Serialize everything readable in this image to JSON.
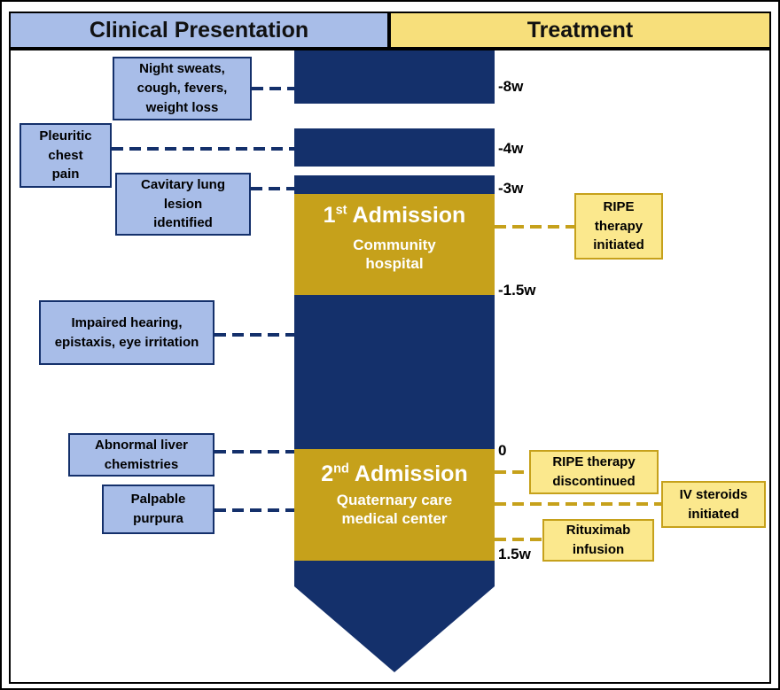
{
  "header": {
    "clinical_title": "Clinical Presentation",
    "treatment_title": "Treatment"
  },
  "timeline": {
    "time_labels": [
      "-8w",
      "-4w",
      "-3w",
      "-1.5w",
      "0",
      "1.5w"
    ],
    "admissions": [
      {
        "number": "1",
        "ordinal_suffix": "st",
        "title_word": "Admission",
        "subtitle": "Community hospital"
      },
      {
        "number": "2",
        "ordinal_suffix": "nd",
        "title_word": "Admission",
        "subtitle": "Quaternary care medical center"
      }
    ]
  },
  "clinical_events": [
    {
      "label": "Night sweats, cough, fevers, weight loss"
    },
    {
      "label": "Pleuritic chest pain"
    },
    {
      "label": "Cavitary lung lesion identified"
    },
    {
      "label": "Impaired hearing, epistaxis, eye irritation"
    },
    {
      "label": "Abnormal liver chemistries"
    },
    {
      "label": "Palpable purpura"
    }
  ],
  "treatment_events": [
    {
      "label": "RIPE therapy initiated"
    },
    {
      "label": "RIPE therapy discontinued"
    },
    {
      "label": "IV steroids initiated"
    },
    {
      "label": "Rituximab infusion"
    }
  ],
  "colors": {
    "navy": "#14306b",
    "gold": "#c6a11b",
    "clinical_fill": "#a8bde8",
    "treatment_fill": "#fbe88d",
    "header_yellow": "#f7df7b"
  }
}
